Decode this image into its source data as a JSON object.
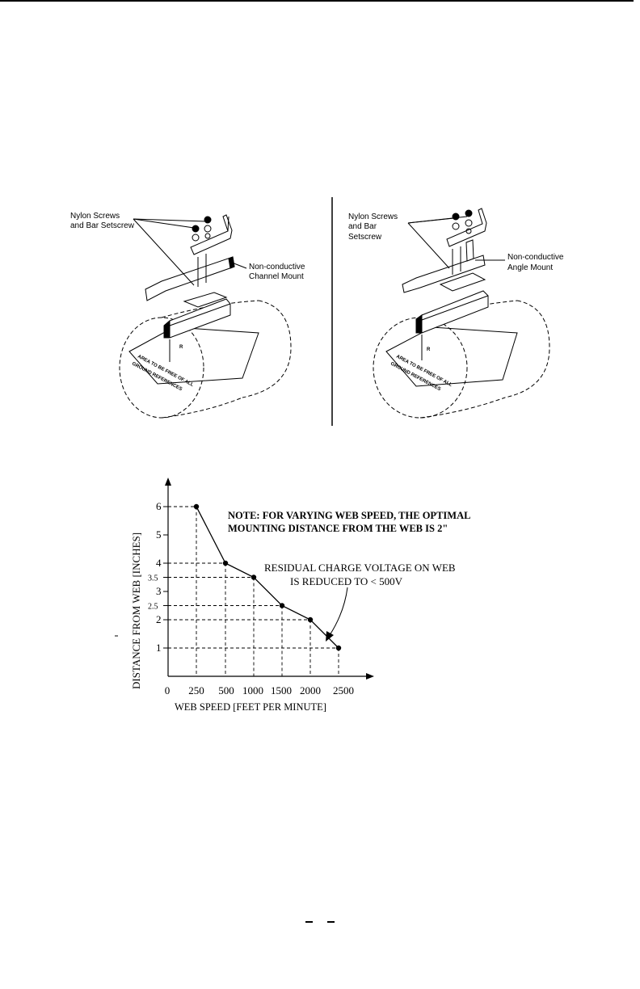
{
  "figures": {
    "left": {
      "screws_label": [
        "Nylon Screws",
        "and Bar Setscrew"
      ],
      "mount_label": [
        "Non-conductive",
        "Channel Mount"
      ],
      "bar_letter": "R",
      "area_text": [
        "AREA TO BE FREE OF ALL",
        "GROUND REFERENCES"
      ]
    },
    "right": {
      "screws_label": [
        "Nylon Screws",
        "and Bar",
        "Setscrew"
      ],
      "mount_label": [
        "Non-conductive",
        "Angle Mount"
      ],
      "bar_letter": "R",
      "area_text": [
        "AREA TO BE FREE OF ALL",
        "GROUND REFERENCES"
      ]
    }
  },
  "chart_data": {
    "type": "line",
    "xlabel": "WEB SPEED [FEET PER MINUTE]",
    "ylabel": "DISTANCE FROM WEB [INCHES]",
    "x_ticks": [
      "0",
      "250",
      "500",
      "1000",
      "1500",
      "2000",
      "2500"
    ],
    "y_ticks": [
      "1",
      "2",
      "2.5",
      "3",
      "3.5",
      "4",
      "5",
      "6"
    ],
    "note": [
      "NOTE: FOR VARYING WEB SPEED, THE OPTIMAL",
      "MOUNTING DISTANCE FROM THE WEB IS 2\""
    ],
    "annotation": [
      "RESIDUAL CHARGE VOLTAGE ON WEB",
      "IS REDUCED TO < 500V"
    ],
    "series": [
      {
        "points": [
          {
            "x": "250",
            "y": 6
          },
          {
            "x": "500",
            "y": 4
          },
          {
            "x": "1000",
            "y": 3.5
          },
          {
            "x": "1500",
            "y": 2.5
          },
          {
            "x": "2000",
            "y": 2
          },
          {
            "x": "2500",
            "y": 1
          }
        ]
      }
    ],
    "grid": "dashed drop lines to each point"
  }
}
